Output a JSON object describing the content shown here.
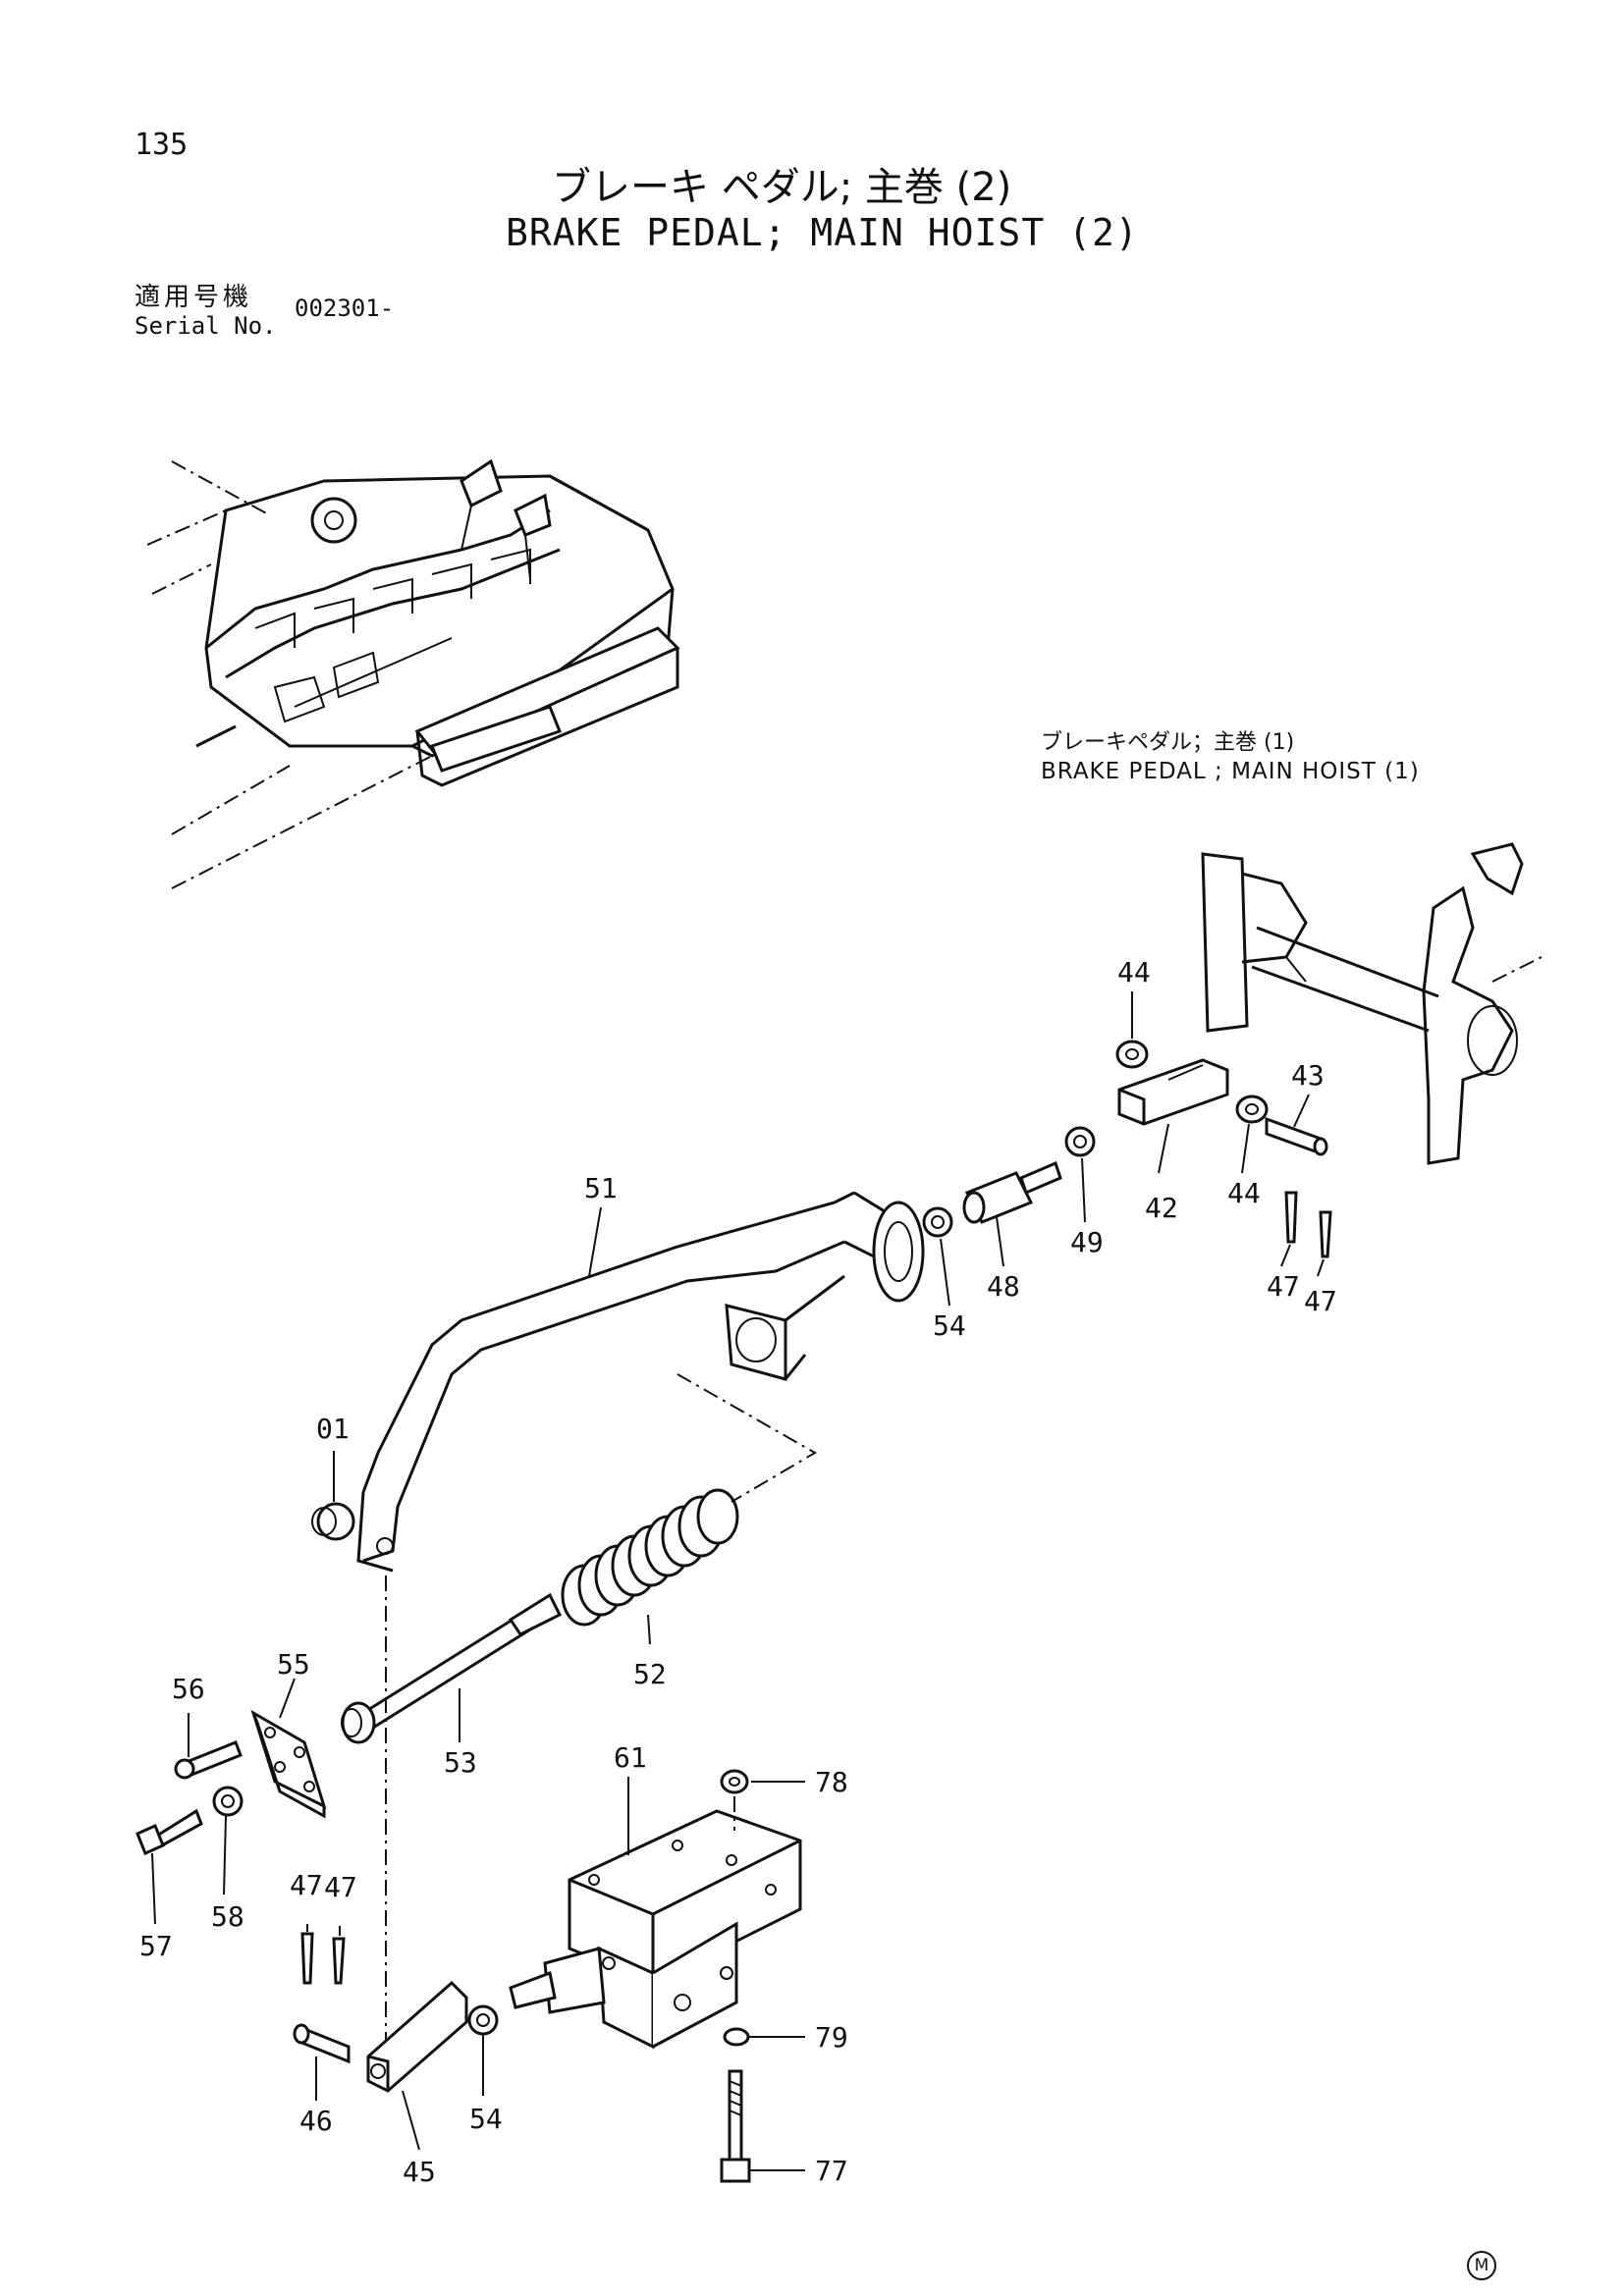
{
  "header": {
    "page_number": "135",
    "title_jp": "ブレーキ ペダル; 主巻 (2)",
    "title_en": "BRAKE PEDAL; MAIN HOIST (2)",
    "serial_label_jp": "適用号機",
    "serial_label_en": "Serial No.",
    "serial_value": "002301-"
  },
  "reference": {
    "label_jp": "ブレーキペダル；主巻 (1)",
    "label_en": "BRAKE PEDAL ; MAIN HOIST (1)"
  },
  "parts": [
    "44",
    "43",
    "42",
    "44",
    "47",
    "47",
    "49",
    "48",
    "54",
    "51",
    "01",
    "52",
    "56",
    "55",
    "53",
    "61",
    "78",
    "57",
    "58",
    "47",
    "47",
    "79",
    "46",
    "45",
    "54",
    "77"
  ],
  "maker_mark": "M"
}
